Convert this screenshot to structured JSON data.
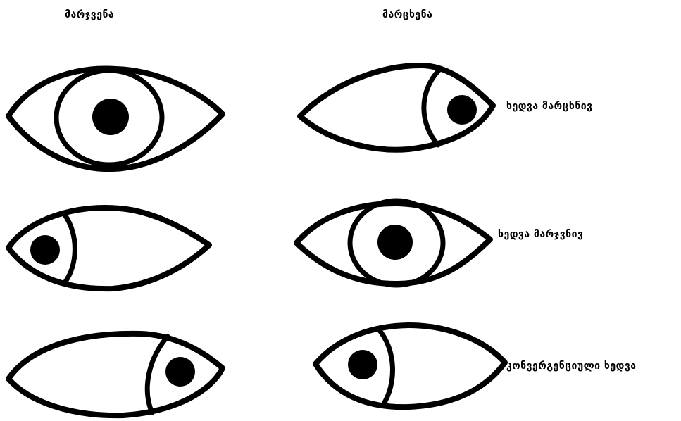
{
  "headings": {
    "right_eye": "მარჯვენა",
    "left_eye": "მარცხენა"
  },
  "labels": {
    "row1": "ხედვა მარცხნივ",
    "row2": "ხედვა მარჯვნივ",
    "row3": "კონვერგენციული ხედვა"
  },
  "colors": {
    "ink": "#000000",
    "background": "#ffffff"
  }
}
